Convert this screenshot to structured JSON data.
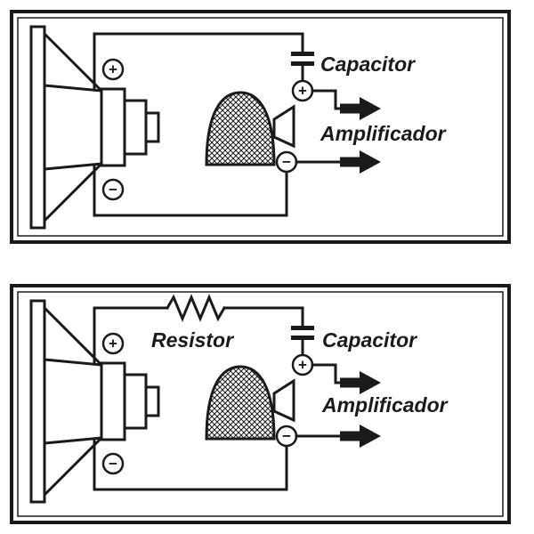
{
  "page": {
    "description": "Two speaker crossover wiring diagrams (woofer, tweeter, capacitor, resistor, amplifier connections)",
    "ink_color": "#1a1a1a",
    "background_color": "#ffffff"
  },
  "symbols": {
    "plus": "+",
    "minus": "−"
  },
  "panel_top": {
    "labels": {
      "capacitor": "Capacitor",
      "amplifier": "Amplificador"
    }
  },
  "panel_bottom": {
    "labels": {
      "resistor": "Resistor",
      "capacitor": "Capacitor",
      "amplifier": "Amplificador"
    }
  }
}
